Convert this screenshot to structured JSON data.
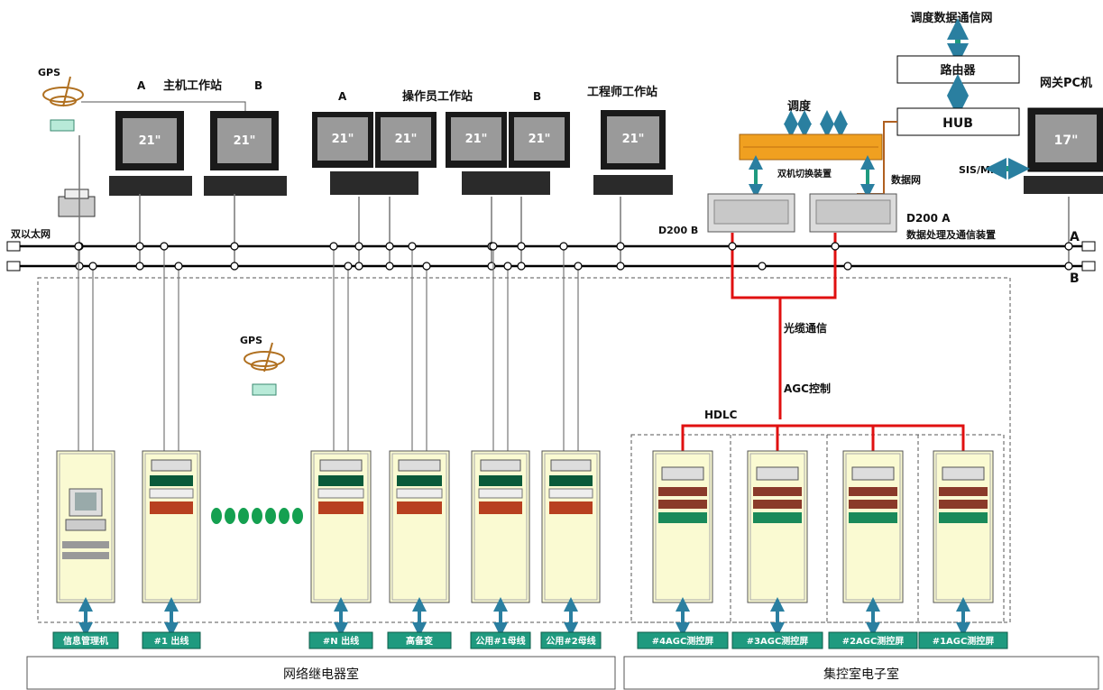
{
  "top_network": {
    "title": "调度数据通信网",
    "router": "路由器",
    "hub": "HUB"
  },
  "gateway_pc": {
    "title": "网关PC机",
    "size": "17\"",
    "sis_mis": "SIS/MIS"
  },
  "host_station": {
    "title": "主机工作站",
    "a": "A",
    "b": "B",
    "monitor_size": "21\""
  },
  "operator_station": {
    "title": "操作员工作站",
    "a": "A",
    "b": "B"
  },
  "engineer_station": {
    "title": "工程师工作站"
  },
  "gps": "GPS",
  "dispatch": {
    "label": "调度",
    "switch": "双机切换装置",
    "data_net": "数据网"
  },
  "d200": {
    "b": "D200 B",
    "a": "D200 A",
    "desc": "数据处理及通信装置"
  },
  "ethernet": {
    "label": "双以太网",
    "bus_a": "A",
    "bus_b": "B"
  },
  "fiber": {
    "label": "光缆通信",
    "agc": "AGC控制",
    "hdlc": "HDLC"
  },
  "cabinet_labels": [
    "信息管理机",
    "#1 出线",
    "#N 出线",
    "高备变",
    "公用#1母线",
    "公用#2母线",
    "#4AGC测控屏",
    "#3AGC测控屏",
    "#2AGC测控屏",
    "#1AGC测控屏"
  ],
  "rooms": {
    "relay": "网络继电器室",
    "control": "集控室电子室"
  },
  "colors": {
    "accent_green": "#1f9a7f",
    "fiber_red": "#e01010",
    "cabinet": "#fafad2",
    "dispatch_orange": "#f0a020"
  }
}
